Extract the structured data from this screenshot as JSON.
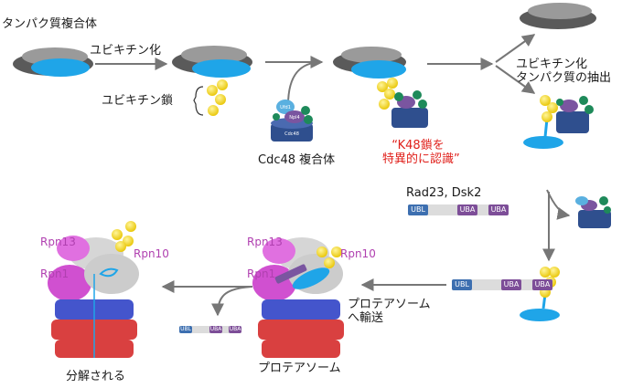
{
  "labels": {
    "protein_complex": "タンパク質複合体",
    "ubiquitination": "ユビキチン化",
    "ubiquitin_chain": "ユビキチン鎖",
    "cdc48_complex": "Cdc48 複合体",
    "k48_line1": "“K48鎖を",
    "k48_line2": "特異的に認識”",
    "extract_line1": "ユビキチン化",
    "extract_line2": "タンパク質の抽出",
    "rad23_dsk2": "Rad23, Dsk2",
    "to_proteasome_line1": "プロテアソーム",
    "to_proteasome_line2": "へ輸送",
    "proteasome": "プロテアソーム",
    "degraded": "分解される",
    "rpn13": "Rpn13",
    "rpn1": "Rpn1",
    "rpn10": "Rpn10"
  },
  "domains": {
    "ubl": "UBL",
    "uba": "UBA"
  },
  "colors": {
    "substrate": "#1fa5e8",
    "ubiquitin": "#f0d000",
    "cdc48": "#2f4f8e",
    "emphasis_text": "#e0201b",
    "rpn_label": "#b040b0"
  }
}
